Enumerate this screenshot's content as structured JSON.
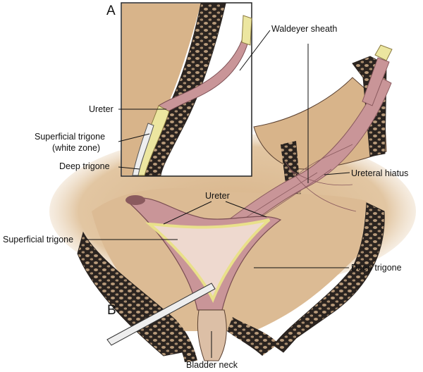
{
  "panels": {
    "a": "A",
    "b": "B"
  },
  "labels": {
    "waldeyer_sheath": "Waldeyer sheath",
    "ureter_a": "Ureter",
    "superficial_trigone_a_line1": "Superficial trigone",
    "superficial_trigone_a_line2": "(white zone)",
    "deep_trigone_a": "Deep trigone",
    "ureteral_hiatus": "Ureteral hiatus",
    "ureter_b": "Ureter",
    "superficial_trigone_b": "Superficial trigone",
    "deep_trigone_b": "Deep trigone",
    "bladder_neck": "Bladder neck"
  },
  "colors": {
    "tissue_tan": "#d8b48a",
    "muscle_pink": "#c99598",
    "muscle_dark": "#8a5a5e",
    "wall_dark": "#2b2420",
    "trigone_light": "#eed9cf",
    "trigone_border": "#e9e08a",
    "ureter_yellow": "#ece6a0"
  }
}
